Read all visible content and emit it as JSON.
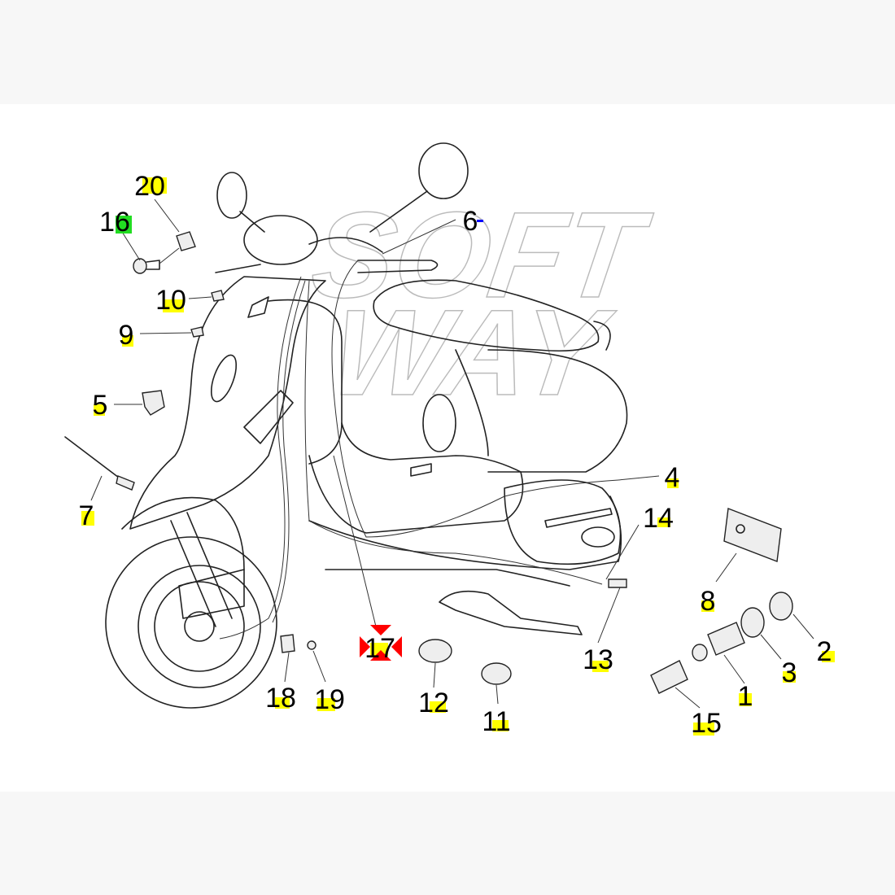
{
  "diagram": {
    "watermark": [
      "SOFT",
      "WAY"
    ],
    "labels": {
      "p1": "1",
      "p2": "2",
      "p3": "3",
      "p4": "4",
      "p5": "5",
      "p6": "6",
      "p7": "7",
      "p8": "8",
      "p9": "9",
      "p10": "10",
      "p11": "11",
      "p12": "12",
      "p13": "13",
      "p14": "14",
      "p15": "15",
      "p16": "16",
      "p17": "17",
      "p18": "18",
      "p19": "19",
      "p20": "20"
    },
    "colors": {
      "highlight": "#ffff00",
      "highlight_alt": "#22dd22",
      "marker": "#ff0000",
      "dot": "#0000ff"
    }
  }
}
